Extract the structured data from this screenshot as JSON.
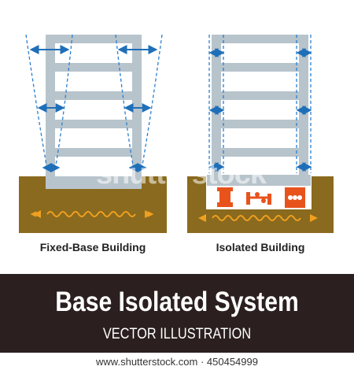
{
  "captions": {
    "left": "Fixed-Base Building",
    "right": "Isolated Building"
  },
  "banner": {
    "title": "Base Isolated System",
    "subtitle": "VECTOR ILLUSTRATION"
  },
  "footer": {
    "url": "www.shutterstock.com · 450454999"
  },
  "watermark": "shutterstock",
  "colors": {
    "ground": "#8a6a1e",
    "ground_dark": "#6f5416",
    "frame": "#b8c4cc",
    "arrow_blue": "#1f6fb8",
    "dashed_blue": "#2a7fd0",
    "wave_orange": "#f0a020",
    "isolator_orange": "#e8531c",
    "banner_bg": "#2b1f1f"
  },
  "icons": {
    "horizontal_arrow": "double-headed-arrow-icon",
    "ground_wave": "seismic-wave-icon",
    "isolator": "base-isolator-icon",
    "damper": "damper-icon"
  }
}
